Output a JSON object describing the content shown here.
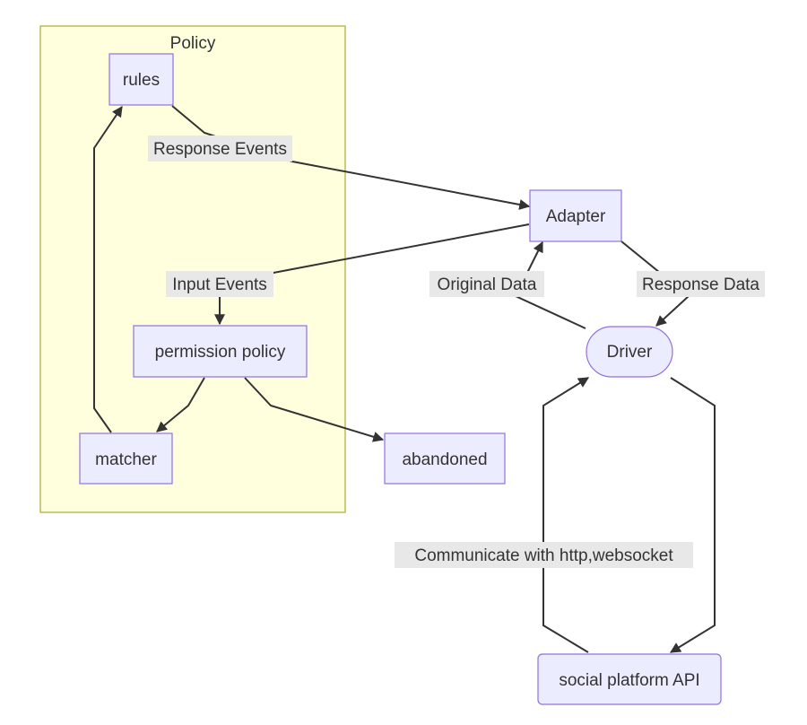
{
  "cluster": {
    "title": "Policy"
  },
  "nodes": {
    "rules": "rules",
    "adapter": "Adapter",
    "permission_policy": "permission policy",
    "driver": "Driver",
    "matcher": "matcher",
    "abandoned": "abandoned",
    "social_api": "social platform API"
  },
  "edges": {
    "rules_to_adapter": "Response Events",
    "adapter_to_permission": "Input Events",
    "driver_to_adapter": "Original Data",
    "adapter_to_driver": "Response Data",
    "api_to_driver": "Communicate with http,websocket"
  },
  "colors": {
    "cluster_fill": "#ffffde",
    "cluster_stroke": "#aaaa33",
    "node_fill": "#ececff",
    "node_stroke": "#9370db",
    "edge": "#333333",
    "edge_label_bg": "#e8e8e8",
    "text": "#333333"
  }
}
